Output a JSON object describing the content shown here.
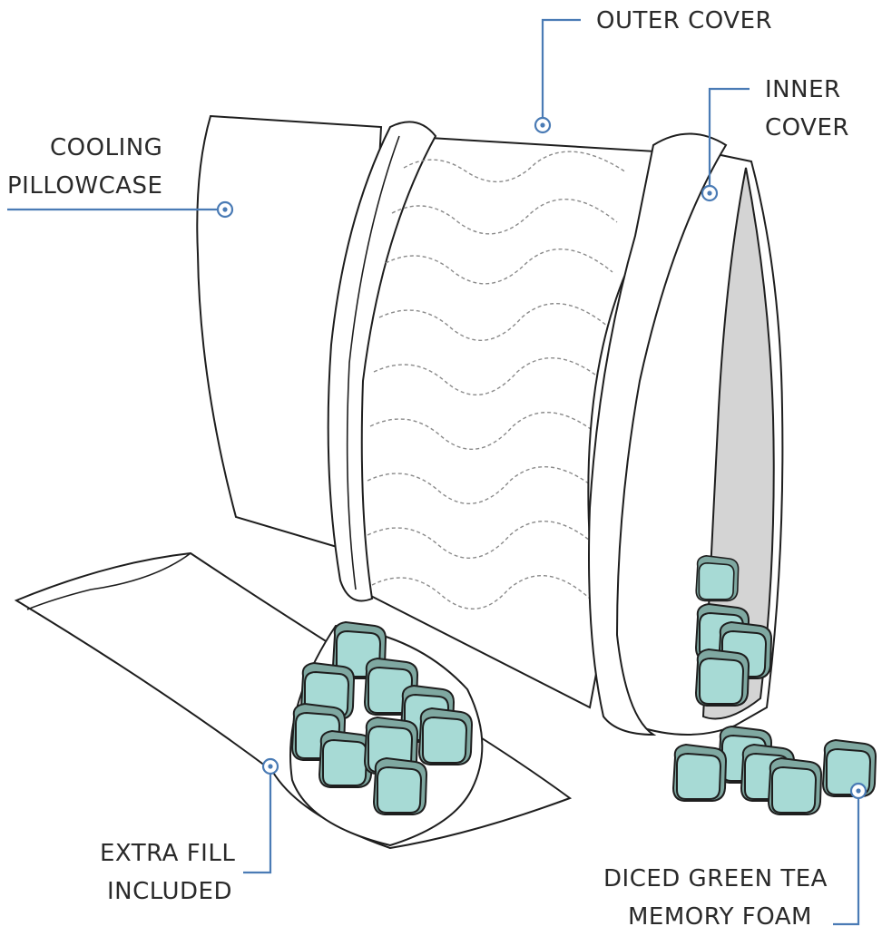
{
  "labels": {
    "outer_cover": "OUTER COVER",
    "inner_cover_1": "INNER",
    "inner_cover_2": "COVER",
    "cooling_1": "COOLING",
    "cooling_2": "PILLOWCASE",
    "extra_fill_1": "EXTRA FILL",
    "extra_fill_2": "INCLUDED",
    "foam_1": "DICED GREEN TEA",
    "foam_2": "MEMORY FOAM"
  },
  "colors": {
    "callout": "#4a7bb5",
    "outline": "#1e1e1e",
    "foam_light": "#a7dad5",
    "foam_dark": "#7fa8a1",
    "inner_shade": "#d4d4d4"
  }
}
